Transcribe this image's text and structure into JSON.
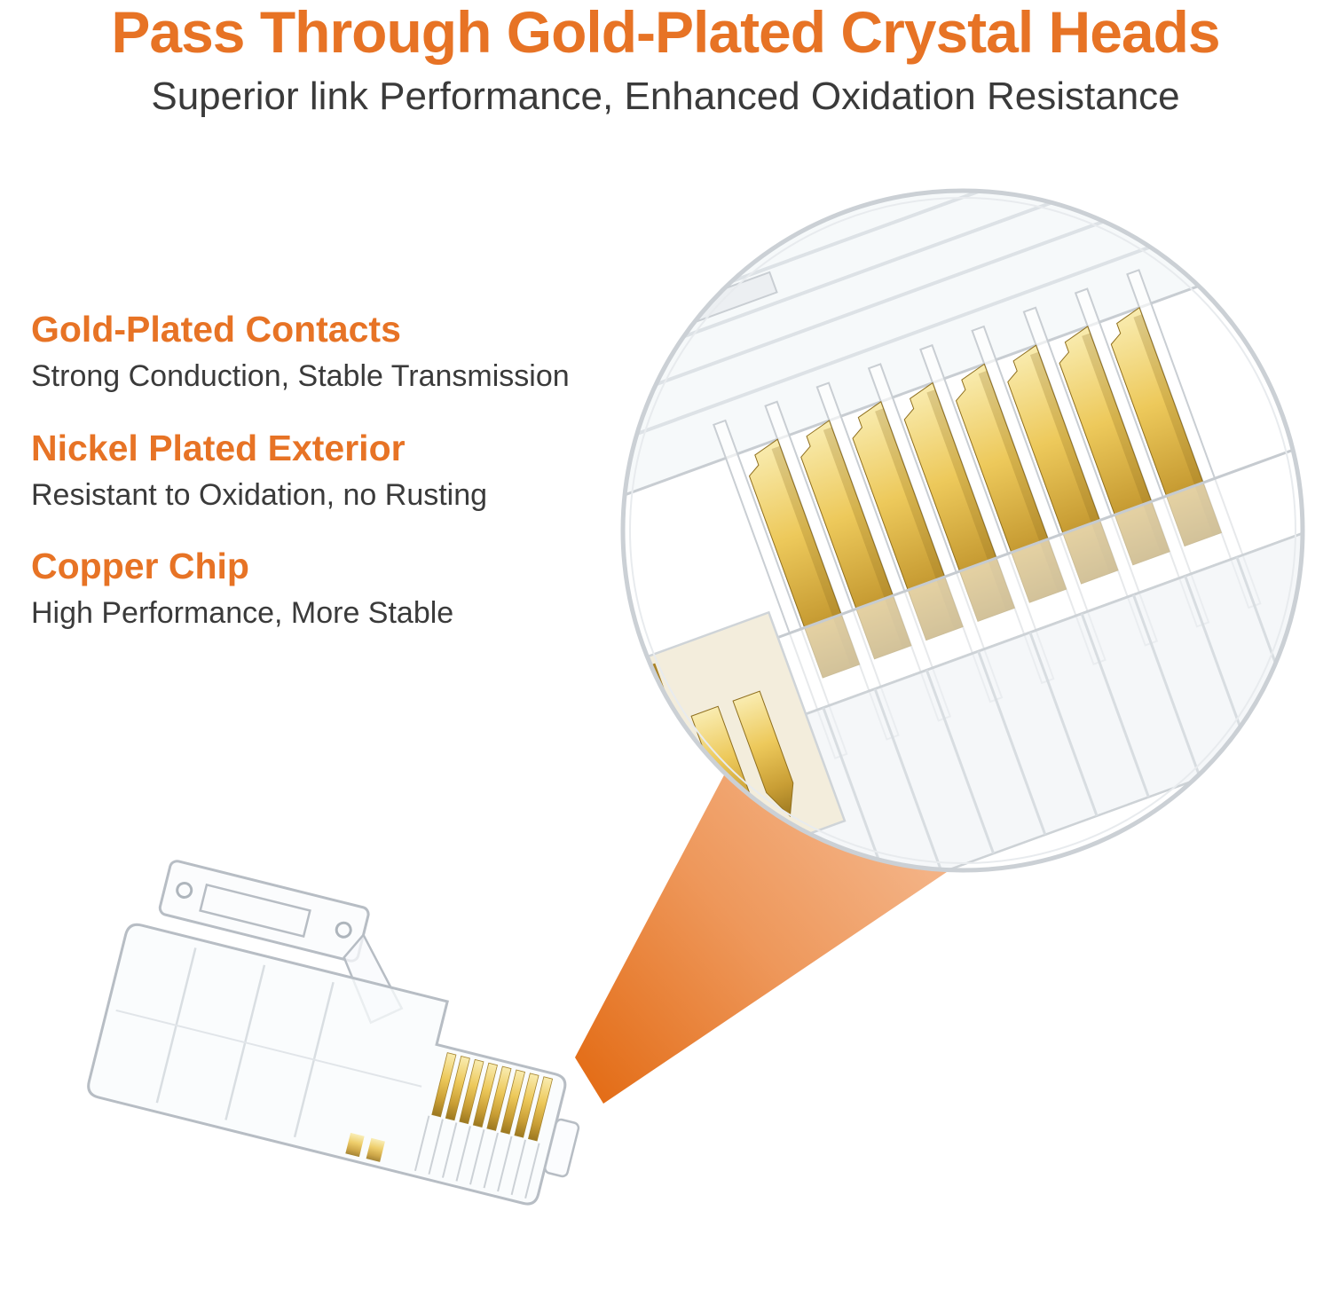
{
  "page": {
    "title": "Pass Through Gold-Plated Crystal Heads",
    "subtitle": "Superior link Performance, Enhanced Oxidation Resistance"
  },
  "features": [
    {
      "heading": "Gold-Plated Contacts",
      "description": "Strong Conduction, Stable Transmission"
    },
    {
      "heading": "Nickel Plated Exterior",
      "description": "Resistant to Oxidation, no Rusting"
    },
    {
      "heading": "Copper Chip",
      "description": "High Performance, More Stable"
    }
  ],
  "colors": {
    "accent_orange": "#E77325",
    "text_dark": "#3A3A3A",
    "gold": "#D9B04A",
    "glass_outline": "#B7BDC4",
    "magnifier_rim": "#CBD0D5",
    "background": "#FFFFFF"
  }
}
